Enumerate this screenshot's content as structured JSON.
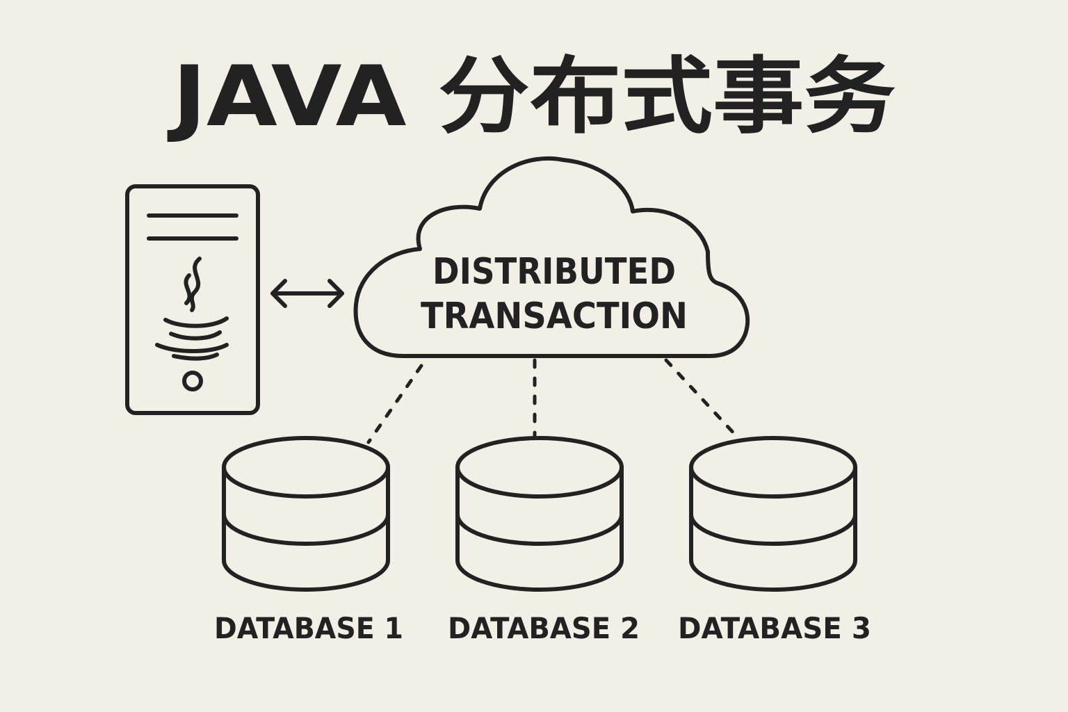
{
  "title": "JAVA 分布式事务",
  "cloud": {
    "line1": "DISTRIBUTED",
    "line2": "TRANSACTION"
  },
  "databases": [
    {
      "label": "DATABASE 1"
    },
    {
      "label": "DATABASE 2"
    },
    {
      "label": "DATABASE 3"
    }
  ],
  "colors": {
    "background": "#f2efe6",
    "ink": "#222222"
  },
  "icons": {
    "server": "server-icon",
    "java": "java-coffee-cup-icon",
    "arrow": "double-arrow-icon",
    "cloud": "cloud-icon",
    "database": "database-cylinder-icon"
  }
}
